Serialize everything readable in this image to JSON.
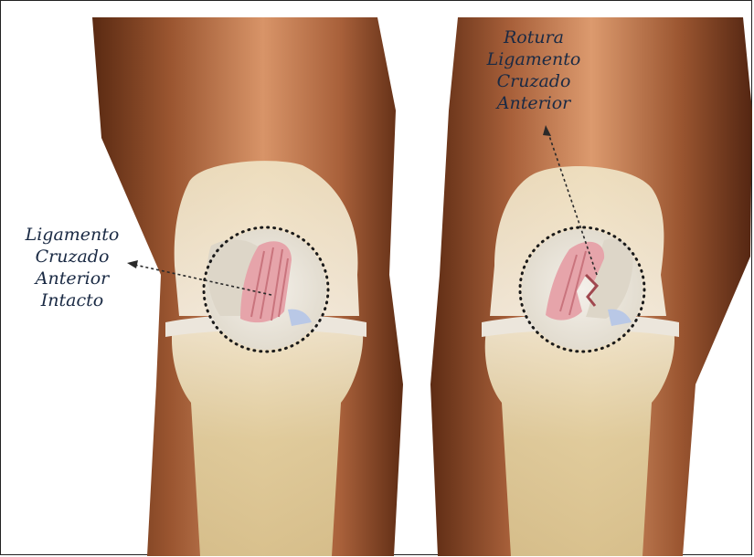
{
  "annotations": {
    "left_label": [
      "Ligamento",
      "Cruzado",
      "Anterior",
      "Intacto"
    ],
    "right_label": [
      "Rotura",
      "Ligamento",
      "Cruzado",
      "Anterior"
    ]
  },
  "colors": {
    "skin_dark": "#6b3418",
    "skin_mid": "#b4683c",
    "skin_light": "#e7b08a",
    "bone": "#e4d6ad",
    "ligament": "#e7a8ae",
    "text": "#1a2a44"
  }
}
